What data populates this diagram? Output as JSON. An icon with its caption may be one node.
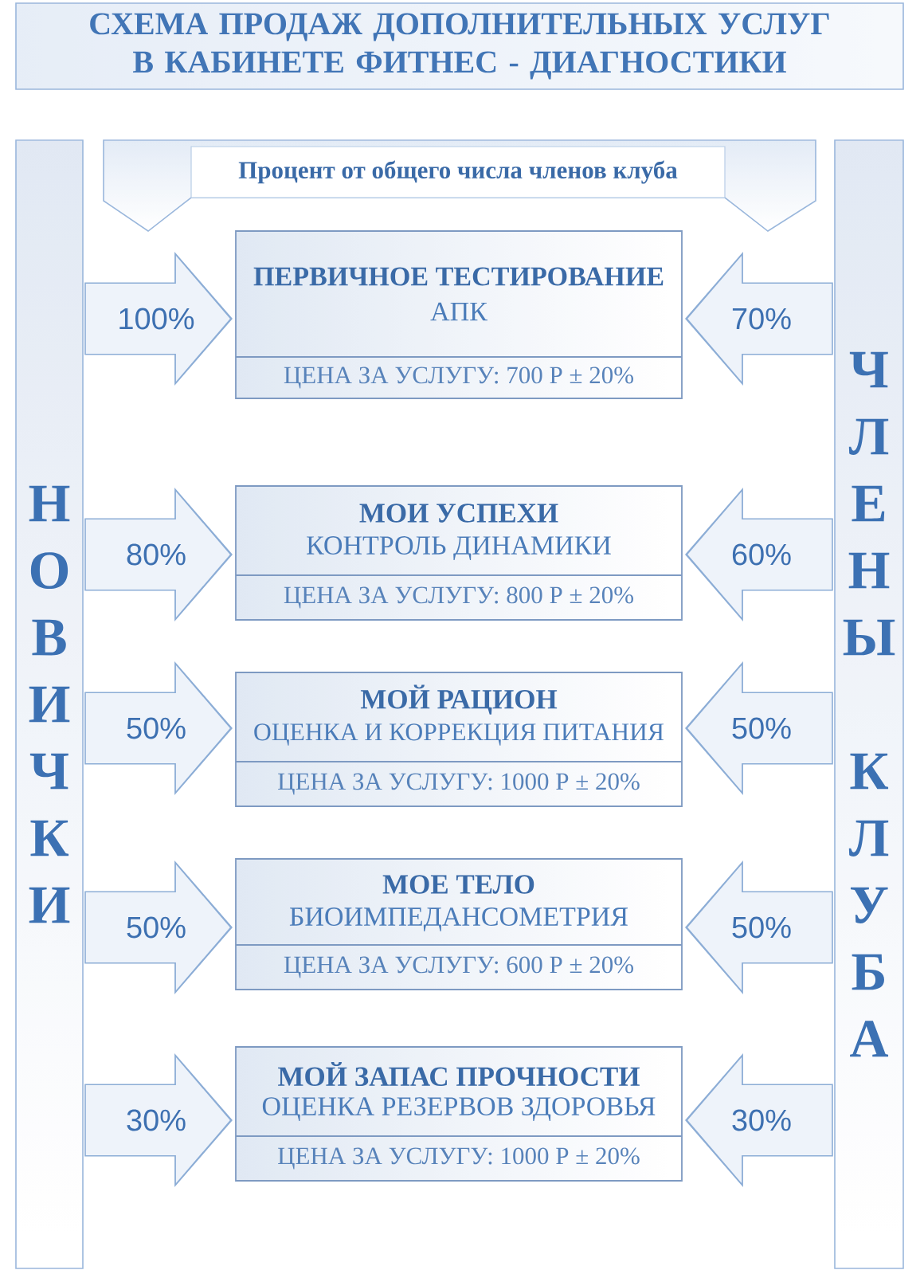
{
  "diagram": {
    "title": "СХЕМА ПРОДАЖ ДОПОЛНИТЕЛЬНЫХ УСЛУГ В КАБИНЕТЕ ФИТНЕС - ДИАГНОСТИКИ",
    "nodes": [
      {
        "text": [
          "НОВИЧКИ"
        ]
      },
      {
        "text": [
          "Процент от общего числа членов клуба"
        ]
      },
      {
        "text": [
          "ЧЛЕНЫ КЛУБА"
        ]
      },
      {
        "text": [
          "ПЕРВИЧНОЕ ТЕСТИРОВАНИЕ",
          "АПК",
          "ЦЕНА ЗА УСЛУГУ: 700 Р ± 20%"
        ]
      },
      {
        "text": [
          "МОИ УСПЕХИ",
          "КОНТРОЛЬ ДИНАМИКИ",
          "ЦЕНА ЗА УСЛУГУ: 800 Р ± 20%"
        ]
      },
      {
        "text": [
          "МОЙ РАЦИОН",
          "ОЦЕНКА И КОРРЕКЦИЯ ПИТАНИЯ",
          "ЦЕНА ЗА УСЛУГУ: 1000 Р ± 20%"
        ]
      },
      {
        "text": [
          "МОЕ ТЕЛО",
          "БИОИМПЕДАНСОМЕТРИЯ",
          "ЦЕНА ЗА УСЛУГУ: 600 Р ± 20%"
        ]
      },
      {
        "text": [
          "МОЙ ЗАПАС ПРОЧНОСТИ",
          "ОЦЕНКА РЕЗЕРВОВ ЗДОРОВЬЯ",
          "ЦЕНА ЗА УСЛУГУ: 1000 Р ± 20%"
        ]
      }
    ],
    "edges": [
      {
        "from": 0,
        "to": 3,
        "arrow": "to",
        "label": "100%"
      },
      {
        "from": 2,
        "to": 3,
        "arrow": "to",
        "label": "70%"
      },
      {
        "from": 0,
        "to": 4,
        "arrow": "to",
        "label": "80%"
      },
      {
        "from": 2,
        "to": 4,
        "arrow": "to",
        "label": "60%"
      },
      {
        "from": 0,
        "to": 5,
        "arrow": "to",
        "label": "50%"
      },
      {
        "from": 2,
        "to": 5,
        "arrow": "to",
        "label": "50%"
      },
      {
        "from": 0,
        "to": 6,
        "arrow": "to",
        "label": "50%"
      },
      {
        "from": 2,
        "to": 6,
        "arrow": "to",
        "label": "50%"
      },
      {
        "from": 0,
        "to": 7,
        "arrow": "to",
        "label": "30%"
      },
      {
        "from": 2,
        "to": 7,
        "arrow": "to",
        "label": "30%"
      }
    ]
  }
}
